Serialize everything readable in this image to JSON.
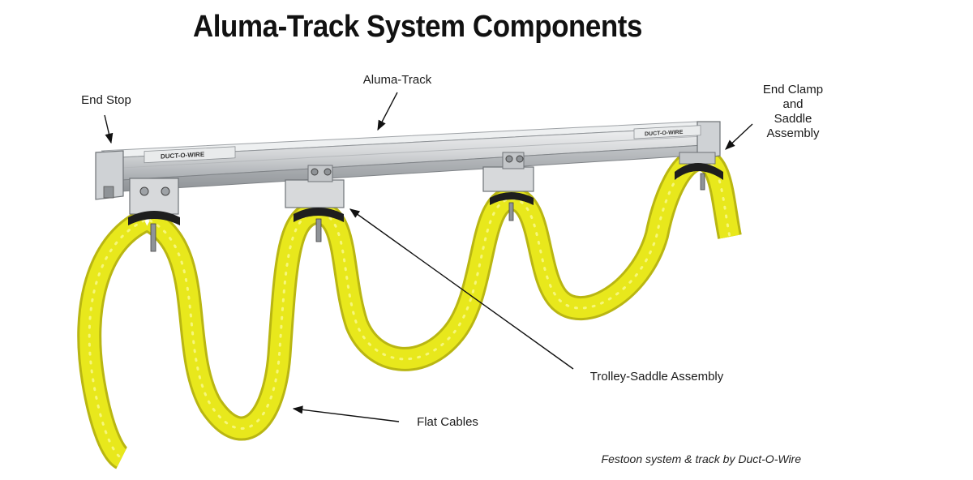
{
  "title": "Aluma-Track System Components",
  "labels": {
    "end_stop": "End Stop",
    "aluma_track": "Aluma-Track",
    "end_clamp": [
      "End Clamp",
      "and",
      "Saddle",
      "Assembly"
    ],
    "trolley_saddle": "Trolley-Saddle Assembly",
    "flat_cables": "Flat Cables"
  },
  "branding": {
    "track_logo_left": "DUCT-O-WIRE",
    "track_logo_right": "DUCT-O-WIRE"
  },
  "credit": "Festoon system & track by Duct-O-Wire",
  "colors": {
    "cable": "#e8e81c",
    "cable_shadow": "#b9b612",
    "track": "#d4d6d8",
    "track_dark": "#9ea2a6",
    "saddle": "#1e1e1e",
    "text": "#1a1a1a"
  }
}
